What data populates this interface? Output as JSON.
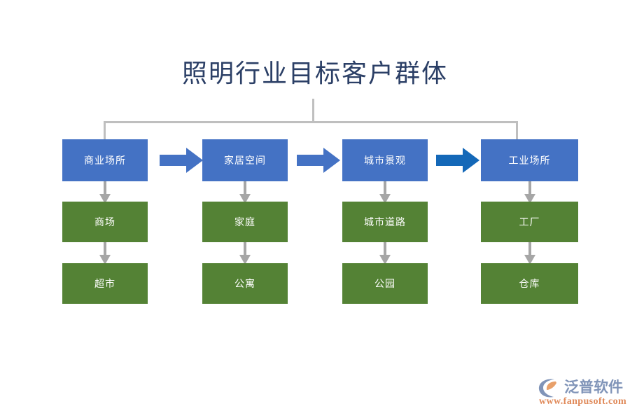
{
  "title": "照明行业目标客户群体",
  "theme": {
    "background": "#ffffff",
    "title_color": "#2b3f66",
    "category_box_color": "#4472c4",
    "detail_box_color": "#548235",
    "connector_gray": "#bfbfbf",
    "down_arrow_gray": "#a6a6a6",
    "flow_arrow_blue": "#4472c4",
    "flow_arrow_blue_dark": "#1468b8",
    "box_text_color": "#ffffff"
  },
  "columns": [
    {
      "category": "商业场所",
      "details": [
        "商场",
        "超市"
      ]
    },
    {
      "category": "家居空间",
      "details": [
        "家庭",
        "公寓"
      ]
    },
    {
      "category": "城市景观",
      "details": [
        "城市道路",
        "公园"
      ]
    },
    {
      "category": "工业场所",
      "details": [
        "工厂",
        "仓库"
      ]
    }
  ],
  "flow_arrows": [
    {
      "from": "商业场所",
      "to": "家居空间",
      "color": "#4472c4"
    },
    {
      "from": "家居空间",
      "to": "城市景观",
      "color": "#4472c4"
    },
    {
      "from": "城市景观",
      "to": "工业场所",
      "color": "#1468b8"
    }
  ],
  "brand": {
    "name": "泛普软件",
    "url": "www.fanpusoft.com"
  }
}
